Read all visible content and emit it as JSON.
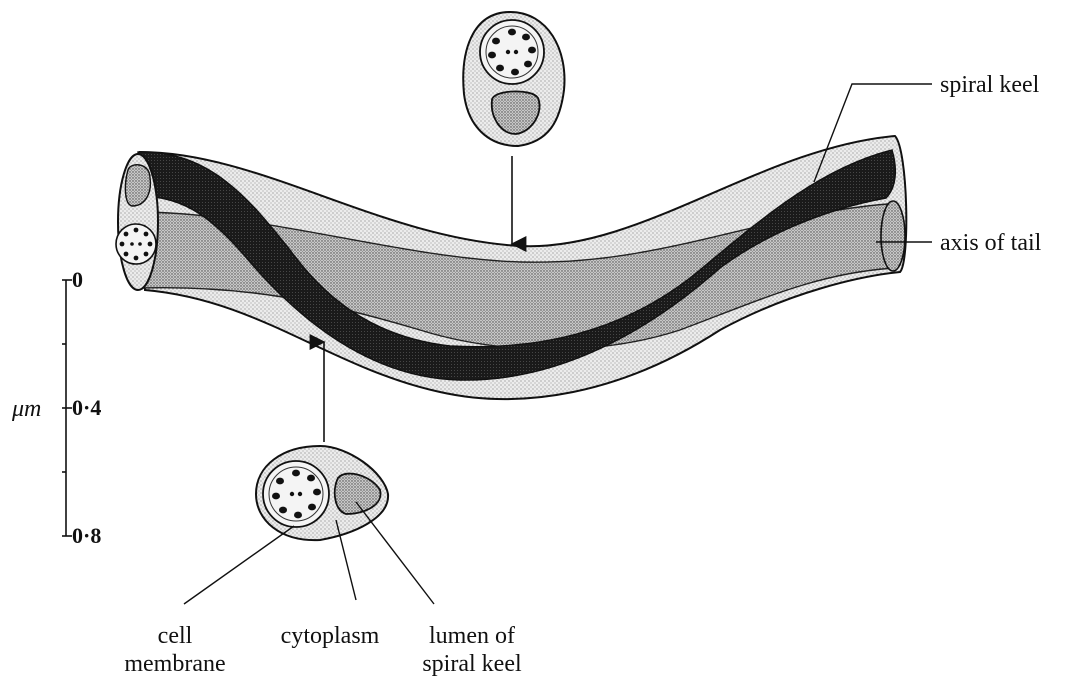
{
  "colors": {
    "ink": "#111111",
    "keel_dark": "#151515",
    "stipple_light": "#dcdcdc",
    "stipple_mid": "#bdbdbd",
    "paper": "#ffffff"
  },
  "labels": {
    "spiral_keel": "spiral keel",
    "axis_of_tail": "axis of tail",
    "cell_line1": "cell",
    "cell_line2": "membrane",
    "cytoplasm": "cytoplasm",
    "lumen_line1": "lumen of",
    "lumen_line2": "spiral keel"
  },
  "scale": {
    "unit": "μm",
    "ticks": [
      "0",
      "0·4",
      "0·8"
    ]
  }
}
